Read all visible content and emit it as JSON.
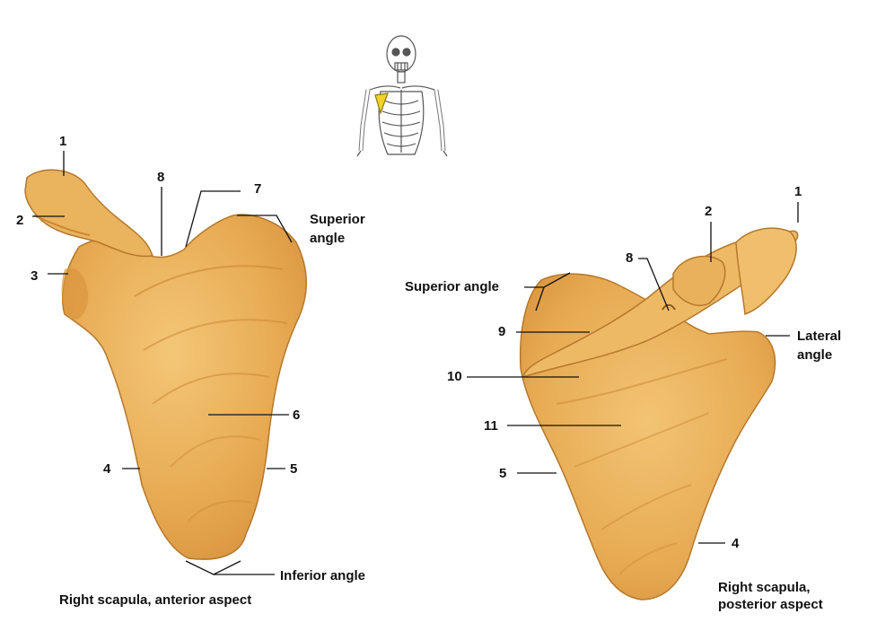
{
  "colors": {
    "bone_fill": "#e9ad55",
    "bone_light": "#f4c97a",
    "bone_shadow": "#c98a33",
    "bone_outline": "#b5782c",
    "highlight_scapula": "#f2d22a",
    "leader_line": "#111111"
  },
  "thumbnail": {
    "name": "skeleton-locator-icon",
    "highlight": "right scapula"
  },
  "anterior": {
    "caption": "Right scapula, anterior aspect",
    "labels": {
      "n1": "1",
      "n2": "2",
      "n3": "3",
      "n4": "4",
      "n5": "5",
      "n6": "6",
      "n7": "7",
      "n8": "8",
      "superior_angle_line1": "Superior",
      "superior_angle_line2": "angle",
      "inferior_angle": "Inferior angle"
    }
  },
  "posterior": {
    "caption_line1": "Right scapula,",
    "caption_line2": "posterior aspect",
    "labels": {
      "n1": "1",
      "n2": "2",
      "n4": "4",
      "n5": "5",
      "n8": "8",
      "n9": "9",
      "n10": "10",
      "n11": "11",
      "superior_angle": "Superior angle",
      "lateral_angle_line1": "Lateral",
      "lateral_angle_line2": "angle"
    }
  }
}
